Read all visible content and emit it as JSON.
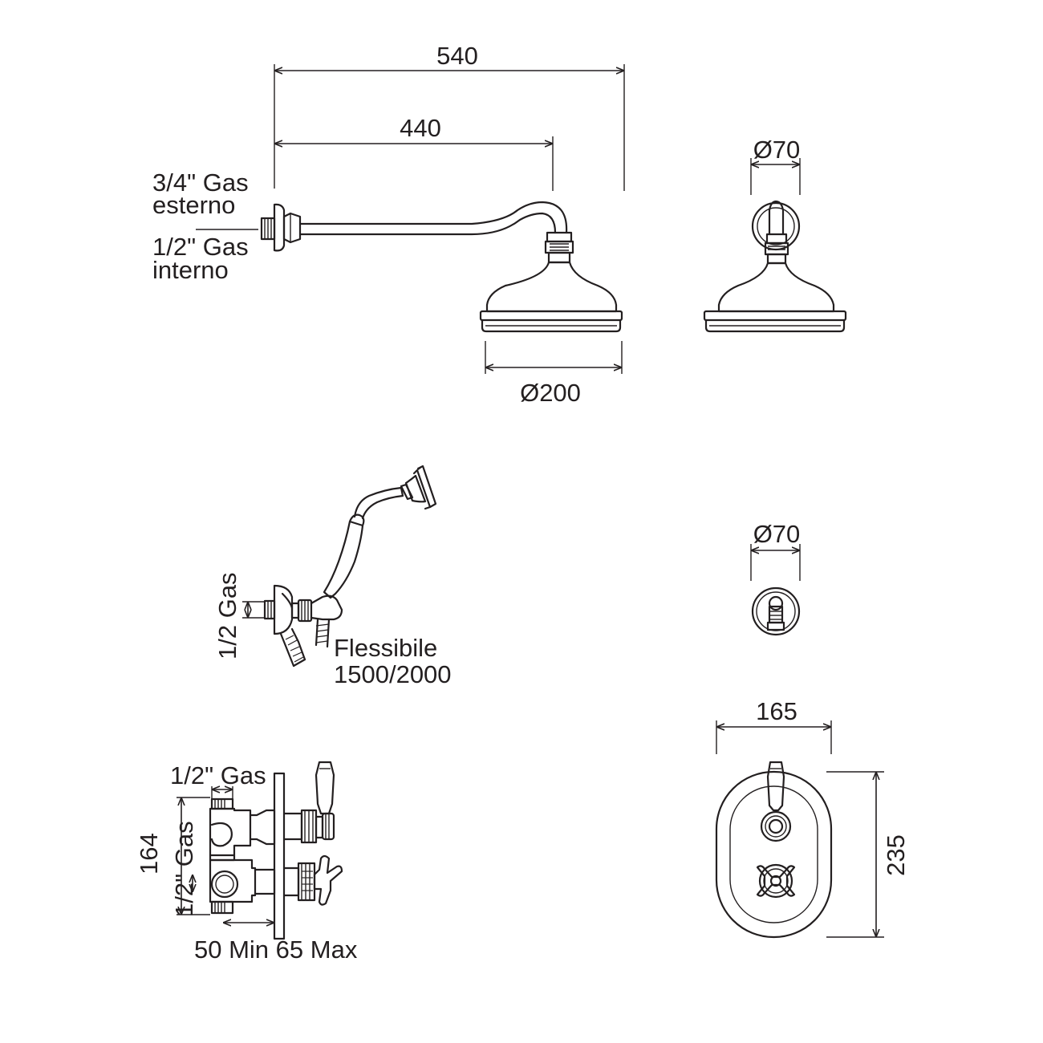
{
  "labels": {
    "dim_540": "540",
    "dim_440": "440",
    "dim_phi70_top": "Ø70",
    "dim_phi200": "Ø200",
    "inlet_ext_line1": "3/4\" Gas",
    "inlet_ext_line2": "esterno",
    "inlet_int_line1": "1/2\" Gas",
    "inlet_int_line2": "interno",
    "elbow_gas": "1/2 Gas",
    "flex_line1": "Flessibile",
    "flex_line2": "1500/2000",
    "dim_phi70_mid": "Ø70",
    "dim_165": "165",
    "dim_235": "235",
    "dim_164": "164",
    "mixer_gas_top": "1/2\" Gas",
    "mixer_gas_side": "1/2\" Gas",
    "mixer_depth": "50 Min 65 Max"
  },
  "colors": {
    "line": "#231f20",
    "background": "#ffffff"
  }
}
